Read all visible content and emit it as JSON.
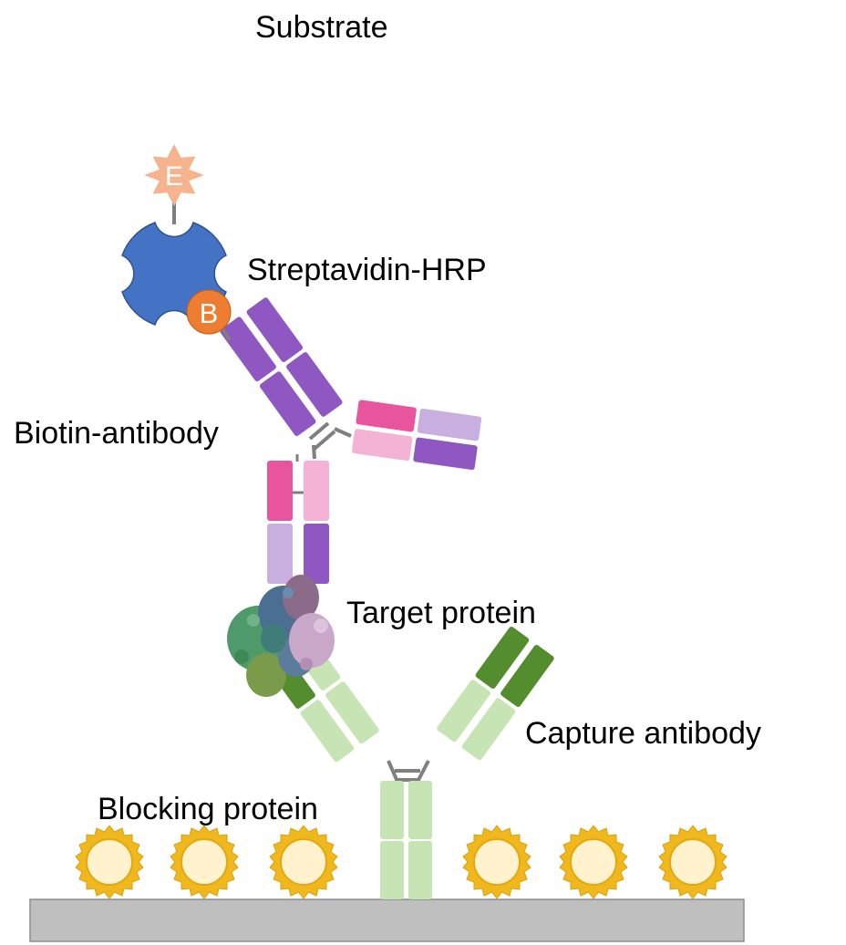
{
  "labels": {
    "substrate": "Substrate",
    "streptavidin_hrp": "Streptavidin-HRP",
    "biotin_antibody": "Biotin-antibody",
    "target_protein": "Target protein",
    "capture_antibody": "Capture antibody",
    "blocking_protein": "Blocking protein"
  },
  "glyphs": {
    "enzyme": "E",
    "biotin": "B"
  },
  "colors": {
    "enzyme": "#f6b48e",
    "streptavidin": "#4472c4",
    "biotin": "#ed7d31",
    "biotin_antibody_dark": "#8e57c2",
    "biotin_antibody_light": "#c9aee0",
    "pink_dark": "#e8559e",
    "pink_light": "#f4b2d4",
    "capture_dark": "#548d2e",
    "capture_light": "#c7e4b4",
    "sun_rays": "#f0b81c",
    "sun_core": "#fff2cc",
    "plate": "#bfbfbf",
    "linker": "#7f7f7f"
  }
}
